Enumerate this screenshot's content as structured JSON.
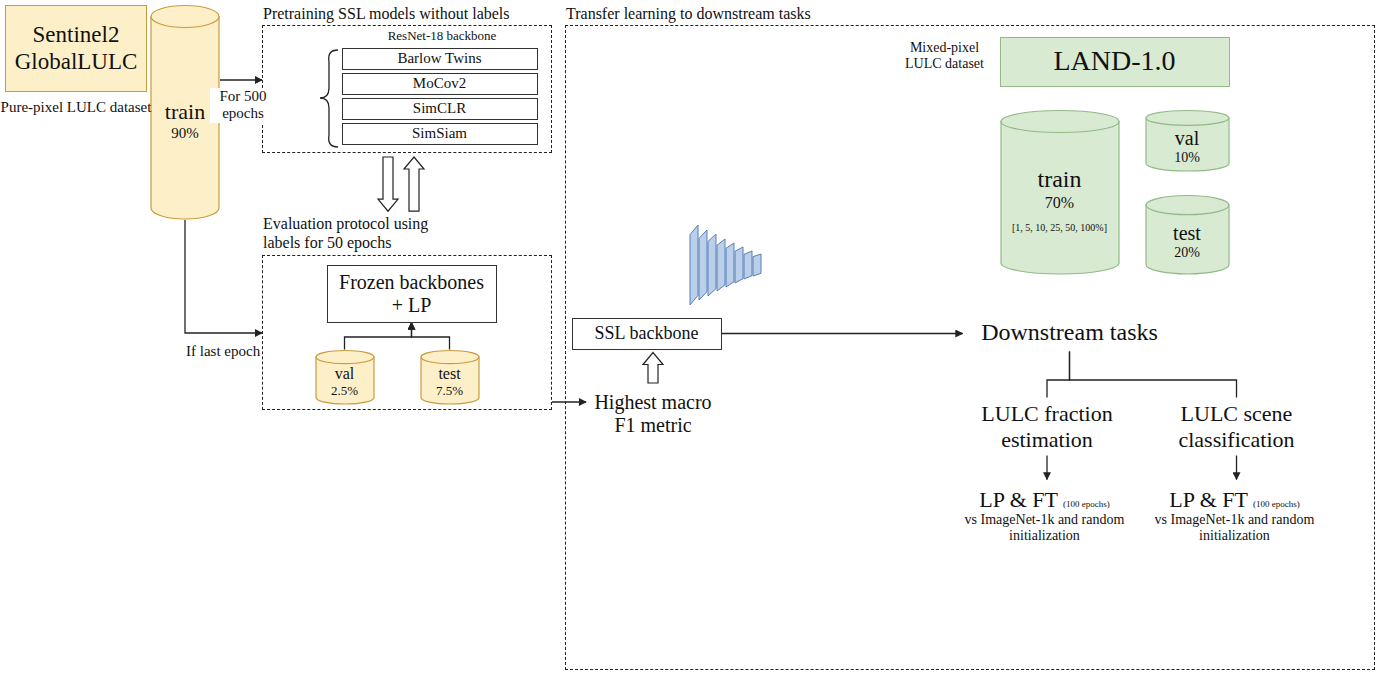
{
  "diagram": {
    "nodes": [
      {
        "text": [
          "Sentinel2 GlobalLULC",
          "Pure-pixel LULC dataset"
        ]
      },
      {
        "text": [
          "train",
          "90%"
        ]
      },
      {
        "text": [
          "Pretraining SSL models without labels",
          "ResNet-18 backbone"
        ]
      },
      {
        "text": [
          "Barlow Twins"
        ],
        "in": 2
      },
      {
        "text": [
          "MoCov2"
        ],
        "in": 2
      },
      {
        "text": [
          "SimCLR"
        ],
        "in": 2
      },
      {
        "text": [
          "SimSiam"
        ],
        "in": 2
      },
      {
        "text": [
          "Evaluation protocol using labels for 50 epochs"
        ]
      },
      {
        "text": [
          "Frozen backbones + LP"
        ],
        "in": 7
      },
      {
        "text": [
          "val",
          "2.5%"
        ],
        "in": 7
      },
      {
        "text": [
          "test",
          "7.5%"
        ],
        "in": 7
      },
      {
        "text": [
          "Highest macro F1 metric"
        ]
      },
      {
        "text": [
          "Transfer learning to downstream tasks"
        ]
      },
      {
        "text": [
          "LAND-1.0",
          "Mixed-pixel LULC dataset"
        ],
        "in": 12
      },
      {
        "text": [
          "train",
          "70%",
          "[1, 5, 10, 25, 50, 100%]"
        ],
        "in": 12
      },
      {
        "text": [
          "val",
          "10%"
        ],
        "in": 12
      },
      {
        "text": [
          "test",
          "20%"
        ],
        "in": 12
      },
      {
        "text": [
          "SSL backbone"
        ],
        "in": 12
      },
      {
        "text": [
          "Downstream tasks"
        ],
        "in": 12
      },
      {
        "text": [
          "LULC fraction estimation"
        ],
        "in": 12
      },
      {
        "text": [
          "LULC scene classification"
        ],
        "in": 12
      },
      {
        "text": [
          "LP & FT",
          "(100 epochs)",
          "vs ImageNet-1k and random initialization"
        ],
        "in": 12
      },
      {
        "text": [
          "LP & FT",
          "(100 epochs)",
          "vs ImageNet-1k and random initialization"
        ],
        "in": 12
      }
    ],
    "edges": [
      {
        "from": 1,
        "to": 2,
        "label": "For 500 epochs",
        "arrow": "to"
      },
      {
        "from": 2,
        "to": 7,
        "arrow": "to"
      },
      {
        "from": 7,
        "to": 2,
        "arrow": "to"
      },
      {
        "from": 1,
        "to": 7,
        "label": "If last epoch",
        "arrow": "to"
      },
      {
        "from": 9,
        "to": 8,
        "arrow": "to"
      },
      {
        "from": 10,
        "to": 8,
        "arrow": "to"
      },
      {
        "from": 7,
        "to": 11,
        "arrow": "to"
      },
      {
        "from": 11,
        "to": 17,
        "arrow": "to"
      },
      {
        "from": 17,
        "to": 18,
        "arrow": "to"
      },
      {
        "from": 18,
        "to": 19,
        "arrow": "none"
      },
      {
        "from": 18,
        "to": 20,
        "arrow": "none"
      },
      {
        "from": 19,
        "to": 21,
        "arrow": "to"
      },
      {
        "from": 20,
        "to": 22,
        "arrow": "to"
      }
    ]
  }
}
